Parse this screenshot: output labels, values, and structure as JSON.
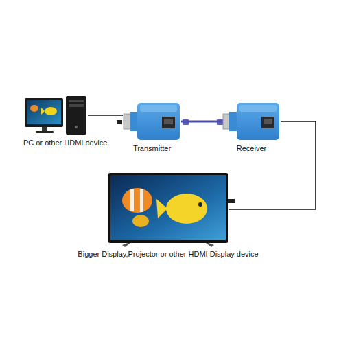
{
  "diagram": {
    "nodes": [
      {
        "text": [
          "PC or other HDMI device"
        ]
      },
      {
        "text": [
          "Transmitter"
        ]
      },
      {
        "text": [
          "Receiver"
        ]
      },
      {
        "text": [
          "Bigger Display,Projector or other HDMI Display device"
        ]
      }
    ],
    "edges": [
      {
        "from": 0,
        "to": 1,
        "arrow": "none"
      },
      {
        "from": 1,
        "to": 2,
        "arrow": "none"
      },
      {
        "from": 2,
        "to": 3,
        "arrow": "none"
      }
    ]
  }
}
